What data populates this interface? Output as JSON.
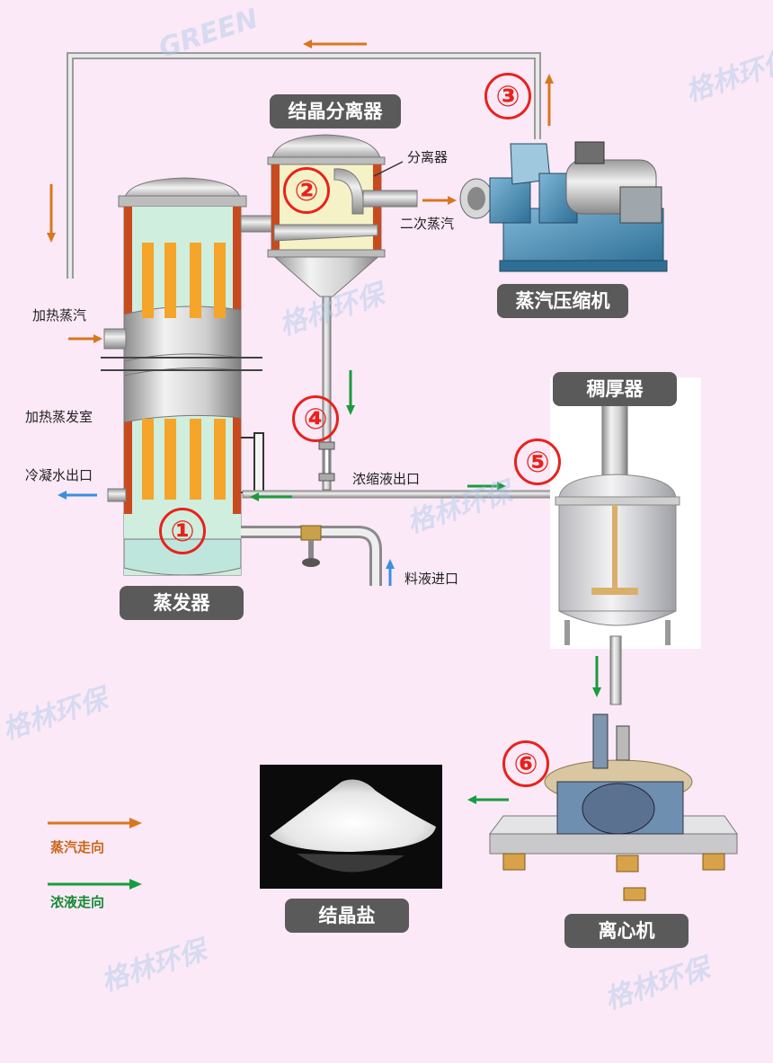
{
  "labels": {
    "crystal_separator": "结晶分离器",
    "separator": "分离器",
    "secondary_steam": "二次蒸汽",
    "compressor": "蒸汽压缩机",
    "heating_steam": "加热蒸汽",
    "heating_chamber": "加热蒸发室",
    "condensate_outlet": "冷凝水出口",
    "concentrate_outlet": "浓缩液出口",
    "feed_inlet": "料液进口",
    "evaporator": "蒸发器",
    "thickener": "稠厚器",
    "centrifuge": "离心机",
    "crystal_salt": "结晶盐"
  },
  "numbers": [
    "①",
    "②",
    "③",
    "④",
    "⑤",
    "⑥"
  ],
  "legend": {
    "steam_direction": "蒸汽走向",
    "liquid_direction": "浓液走向"
  },
  "watermark": {
    "brand_en": "GREEN",
    "brand_cn": "格林环保"
  },
  "colors": {
    "steam_arrow": "#d9761f",
    "liquid_arrow": "#1a9c3c",
    "blue_arrow": "#3a8fe0",
    "number_red": "#e8221c",
    "tag_bg": "#5a5a5a",
    "tube_orange": "#f4a52a",
    "background": "#fbe9f7"
  }
}
